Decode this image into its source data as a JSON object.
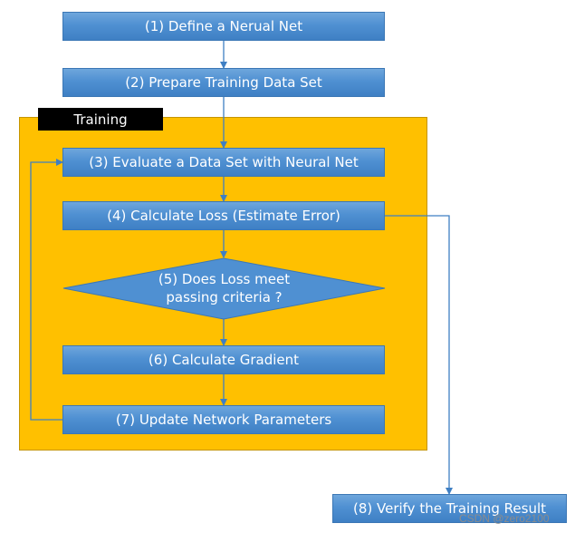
{
  "training_label": "Training",
  "steps": {
    "s1": "(1) Define a Nerual Net",
    "s2": "(2) Prepare Training Data Set",
    "s3": "(3) Evaluate a Data Set with Neural Net",
    "s4": "(4) Calculate Loss (Estimate Error)",
    "s5_line1": "(5) Does Loss meet",
    "s5_line2": "passing criteria ?",
    "s6": "(6) Calculate Gradient",
    "s7": "(7) Update Network Parameters",
    "s8": "(8) Verify the Training Result"
  },
  "watermark": "CSDN @zero2100",
  "colors": {
    "step_fill": "#4f90d2",
    "training_area": "#ffc000",
    "arrow": "#3f7fc3",
    "label_bg": "#000000"
  }
}
